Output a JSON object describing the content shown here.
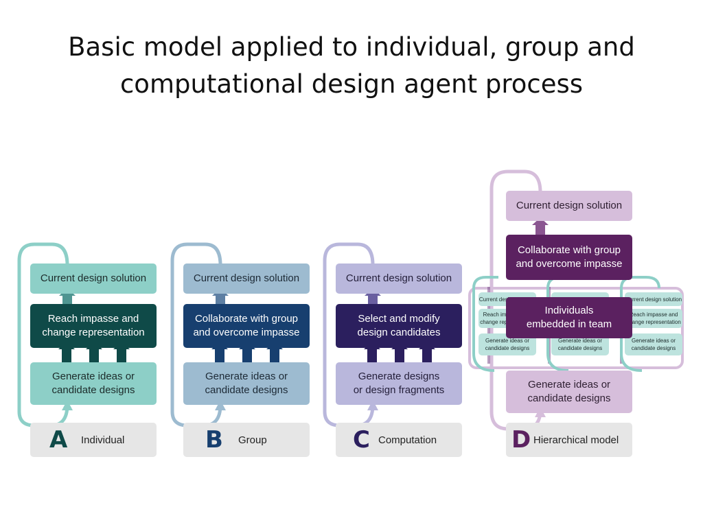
{
  "title": {
    "line1": "Basic model applied to individual, group and",
    "line2": "computational design agent process"
  },
  "colors": {
    "a_light": "#8dcfc7",
    "a_dark": "#0f4a48",
    "a_loop": "#8dcfc7",
    "b_light": "#9dbbd0",
    "b_dark": "#173f6f",
    "b_loop": "#9dbbd0",
    "c_light": "#b9b7dc",
    "c_dark": "#2b1f5e",
    "c_loop": "#b9b7dc",
    "d_light": "#d6bedb",
    "d_dark": "#5b2160",
    "d_loop": "#d6bedb",
    "label_bg": "#e6e6e6"
  },
  "panels": [
    {
      "id": "a",
      "top": "Current design solution",
      "middle": [
        "Reach impasse and",
        "change representation"
      ],
      "bottom": [
        "Generate ideas or",
        "candidate designs"
      ],
      "letter": "A",
      "label": "Individual"
    },
    {
      "id": "b",
      "top": "Current design solution",
      "middle": [
        "Collaborate with group",
        "and overcome impasse"
      ],
      "bottom": [
        "Generate ideas or",
        "candidate designs"
      ],
      "letter": "B",
      "label": "Group"
    },
    {
      "id": "c",
      "top": "Current design solution",
      "middle": [
        "Select and modify",
        "design candidates"
      ],
      "bottom": [
        "Generate designs",
        "or design fragments"
      ],
      "letter": "C",
      "label": "Computation"
    },
    {
      "id": "d",
      "top": "Current design solution",
      "middle": [
        "Collaborate with group",
        "and overcome impasse"
      ],
      "embedded": [
        "Individuals",
        "embedded in team"
      ],
      "bottom": [
        "Generate ideas or",
        "candidate designs"
      ],
      "letter": "D",
      "label": "Hierarchical model",
      "mini": {
        "top": "Current design solution",
        "middle": [
          "Reach impasse and",
          "change representation"
        ],
        "bottom": [
          "Generate ideas or",
          "candidate designs"
        ]
      }
    }
  ]
}
